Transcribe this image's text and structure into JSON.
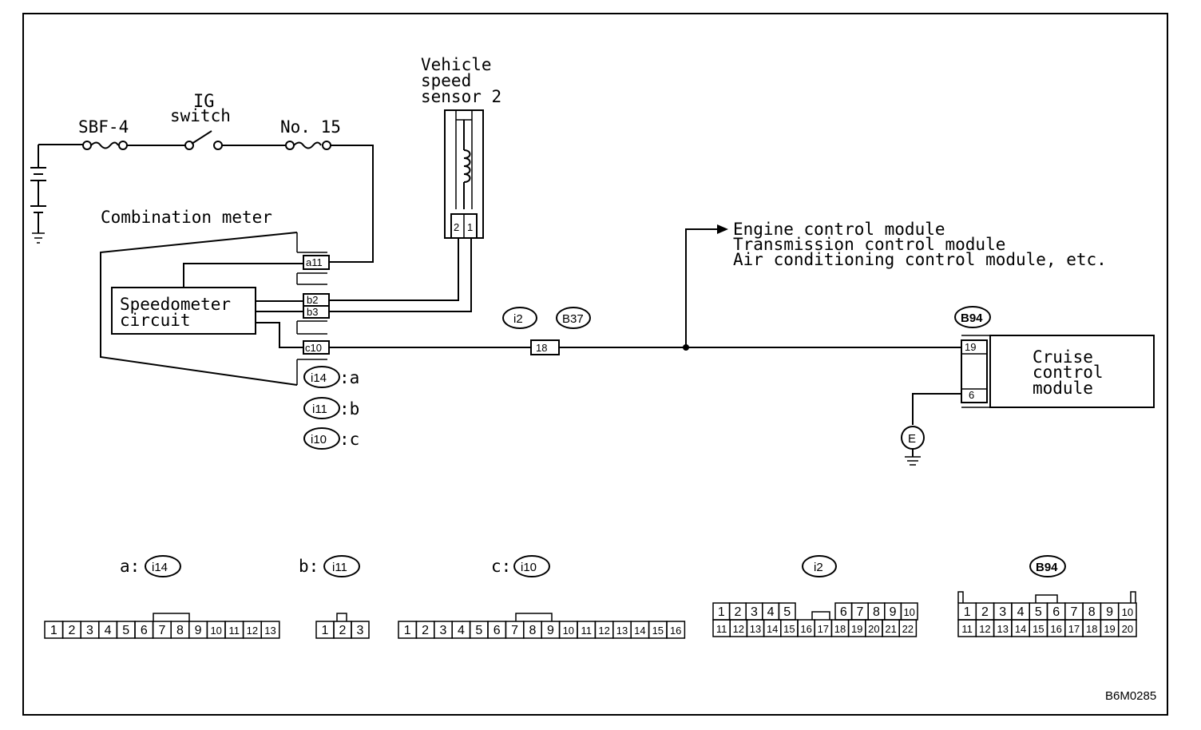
{
  "power": {
    "fuse_1": "SBF-4",
    "switch_line_1": "IG",
    "switch_line_2": "switch",
    "fuse_2": "No. 15"
  },
  "sensor": {
    "line_1": "Vehicle",
    "line_2": "speed",
    "line_3": "sensor 2",
    "pin_a": "2",
    "pin_b": "1"
  },
  "meter": {
    "title": "Combination meter",
    "circuit_line_1": "Speedometer",
    "circuit_line_2": "circuit",
    "term_a11": "a11",
    "term_b2": "b2",
    "term_b3": "b3",
    "term_c10": "c10"
  },
  "legend": [
    {
      "code": "i14",
      "letter": ":a"
    },
    {
      "code": "i11",
      "letter": ":b"
    },
    {
      "code": "i10",
      "letter": ":c"
    }
  ],
  "joint": {
    "code_1": "i2",
    "code_2": "B37",
    "pin": "18"
  },
  "modules": {
    "line_1": "Engine control module",
    "line_2": "Transmission control module",
    "line_3": "Air conditioning control module, etc."
  },
  "cruise": {
    "code": "B94",
    "pin_top": "19",
    "pin_bottom": "6",
    "line_1": "Cruise",
    "line_2": "control",
    "line_3": "module",
    "ground": "E"
  },
  "connectors": {
    "a": {
      "prefix": "a:",
      "code": "i14",
      "pins": [
        "1",
        "2",
        "3",
        "4",
        "5",
        "6",
        "7",
        "8",
        "9",
        "10",
        "11",
        "12",
        "13"
      ]
    },
    "b": {
      "prefix": "b:",
      "code": "i11",
      "pins": [
        "1",
        "2",
        "3"
      ]
    },
    "c": {
      "prefix": "c:",
      "code": "i10",
      "pins": [
        "1",
        "2",
        "3",
        "4",
        "5",
        "6",
        "7",
        "8",
        "9",
        "10",
        "11",
        "12",
        "13",
        "14",
        "15",
        "16"
      ]
    },
    "i2": {
      "code": "i2",
      "top": [
        "1",
        "2",
        "3",
        "4",
        "5",
        "6",
        "7",
        "8",
        "9",
        "10"
      ],
      "bottom": [
        "11",
        "12",
        "13",
        "14",
        "15",
        "16",
        "17",
        "18",
        "19",
        "20",
        "21",
        "22"
      ]
    },
    "b94": {
      "code": "B94",
      "top": [
        "1",
        "2",
        "3",
        "4",
        "5",
        "6",
        "7",
        "8",
        "9",
        "10"
      ],
      "bottom": [
        "11",
        "12",
        "13",
        "14",
        "15",
        "16",
        "17",
        "18",
        "19",
        "20"
      ]
    }
  },
  "figure_code": "B6M0285"
}
